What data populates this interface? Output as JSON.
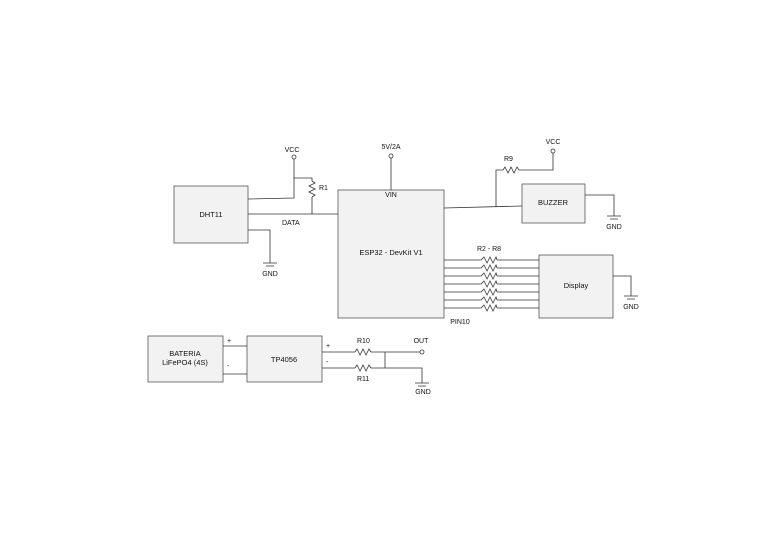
{
  "blocks": {
    "dht11": "DHT11",
    "esp32": "ESP32 - DevKit V1",
    "buzzer": "BUZZER",
    "display": "Display",
    "battery_line1": "BATERIA",
    "battery_line2": "LiFePO4 (4S)",
    "tp4056": "TP4056"
  },
  "labels": {
    "vcc_dht": "VCC",
    "r1": "R1",
    "data": "DATA",
    "gnd_dht": "GND",
    "supply": "5V/2A",
    "vin": "VIN",
    "vcc_buzzer": "VCC",
    "r9": "R9",
    "gnd_buzzer": "GND",
    "r2_r8": "R2 - R8",
    "gnd_display": "GND",
    "pin10": "PIN10",
    "bat_plus": "+",
    "bat_minus": "-",
    "tp_plus": "+",
    "tp_minus": "-",
    "r10": "R10",
    "r11": "R11",
    "out": "OUT",
    "gnd_out": "GND"
  }
}
